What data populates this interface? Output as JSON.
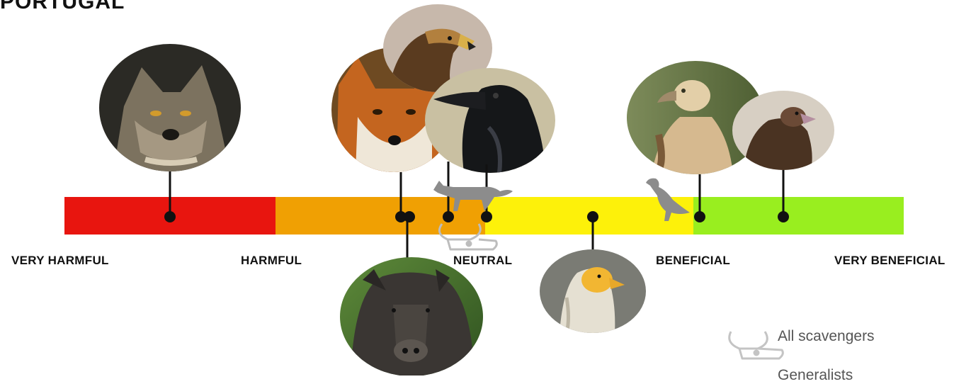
{
  "title": "PORTUGAL",
  "scale": {
    "segments": [
      {
        "name": "very-harmful",
        "color": "#e8150f"
      },
      {
        "name": "harmful",
        "color": "#f0a003"
      },
      {
        "name": "neutral",
        "color": "#fdf10a"
      },
      {
        "name": "beneficial",
        "color": "#99ee1f"
      }
    ],
    "labels": [
      "VERY HARMFUL",
      "HARMFUL",
      "NEUTRAL",
      "BENEFICIAL",
      "VERY BENEFICIAL"
    ]
  },
  "species": [
    {
      "name": "wolf-photo"
    },
    {
      "name": "golden-eagle-photo"
    },
    {
      "name": "fox-photo"
    },
    {
      "name": "raven-photo"
    },
    {
      "name": "griffon-vulture-photo"
    },
    {
      "name": "cinereous-vulture-photo"
    },
    {
      "name": "wild-boar-photo"
    },
    {
      "name": "egyptian-vulture-photo"
    }
  ],
  "legend": {
    "scavengers_label": "All scavengers",
    "generalists_label": "Generalists"
  }
}
